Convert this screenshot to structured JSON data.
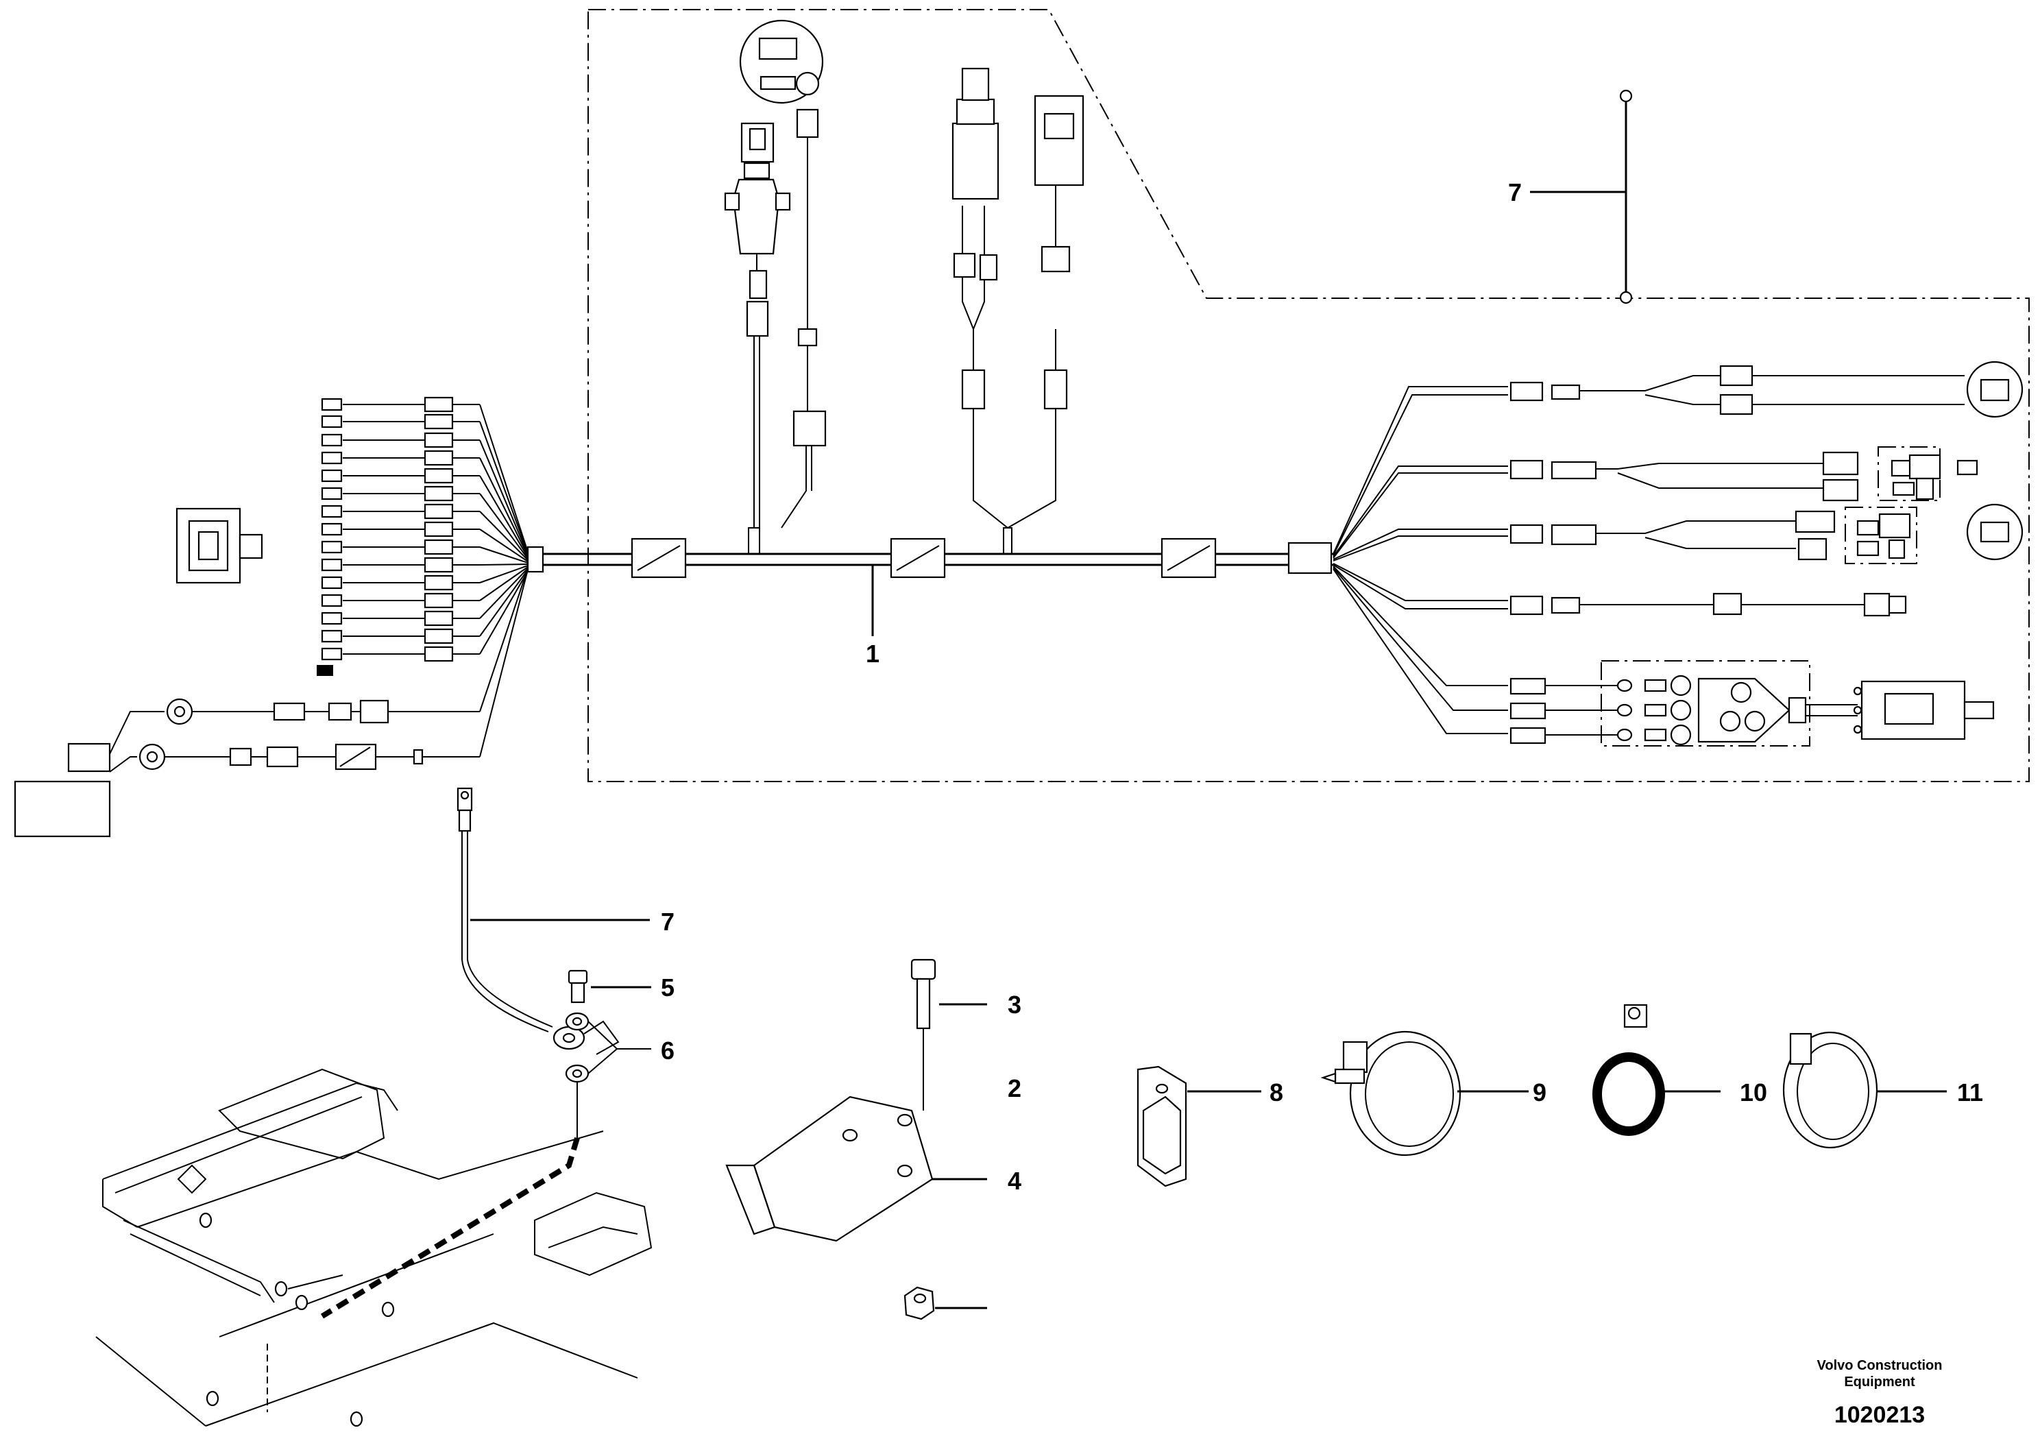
{
  "callouts": {
    "c1": "1",
    "c2": "2",
    "c3": "3",
    "c4": "4",
    "c5": "5",
    "c6": "6",
    "c7_top": "7",
    "c7_mid": "7",
    "c8": "8",
    "c9": "9",
    "c10": "10",
    "c11": "11"
  },
  "footer": {
    "company_line1": "Volvo Construction",
    "company_line2": "Equipment",
    "drawing_number": "1020213"
  }
}
